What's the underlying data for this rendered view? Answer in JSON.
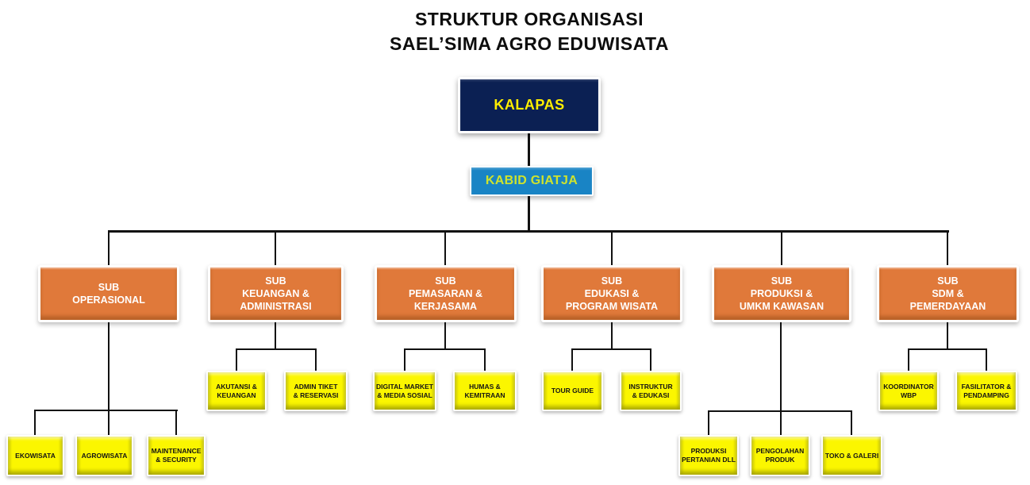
{
  "title": {
    "line1": "STRUKTUR ORGANISASI",
    "line2": "SAEL’SIMA AGRO EDUWISATA"
  },
  "root": {
    "label": "KALAPAS"
  },
  "manager": {
    "label": "KABID GIATJA"
  },
  "divisions": [
    {
      "label": "SUB\nOPERASIONAL",
      "units": [
        {
          "label": "EKOWISATA"
        },
        {
          "label": "AGROWISATA"
        },
        {
          "label": "MAINTENANCE\n& SECURITY"
        }
      ]
    },
    {
      "label": "SUB\nKEUANGAN &\nADMINISTRASI",
      "units": [
        {
          "label": "AKUTANSI &\nKEUANGAN"
        },
        {
          "label": "ADMIN TIKET\n& RESERVASI"
        }
      ]
    },
    {
      "label": "SUB\nPEMASARAN &\nKERJASAMA",
      "units": [
        {
          "label": "DIGITAL MARKET\n& MEDIA SOSIAL"
        },
        {
          "label": "HUMAS &\nKEMITRAAN"
        }
      ]
    },
    {
      "label": "SUB\nEDUKASI &\nPROGRAM WISATA",
      "units": [
        {
          "label": "TOUR GUIDE"
        },
        {
          "label": "INSTRUKTUR\n& EDUKASI"
        }
      ]
    },
    {
      "label": "SUB\nPRODUKSI &\nUMKM KAWASAN",
      "units": [
        {
          "label": "PRODUKSI\nPERTANIAN DLL"
        },
        {
          "label": "PENGOLAHAN\nPRODUK"
        },
        {
          "label": "TOKO & GALERI"
        }
      ]
    },
    {
      "label": "SUB\nSDM &\nPEMERDAYAAN",
      "units": [
        {
          "label": "KOORDINATOR\nWBP"
        },
        {
          "label": "FASILITATOR &\nPENDAMPING"
        }
      ]
    }
  ],
  "colors": {
    "root_bg": "#0b2053",
    "root_text": "#ffee00",
    "manager_bg": "#1984c5",
    "manager_text": "#cfe32d",
    "division_bg": "#e0793a",
    "division_text": "#ffffff",
    "unit_bg": "#fbf600",
    "unit_text": "#141414",
    "connector": "#111111"
  }
}
